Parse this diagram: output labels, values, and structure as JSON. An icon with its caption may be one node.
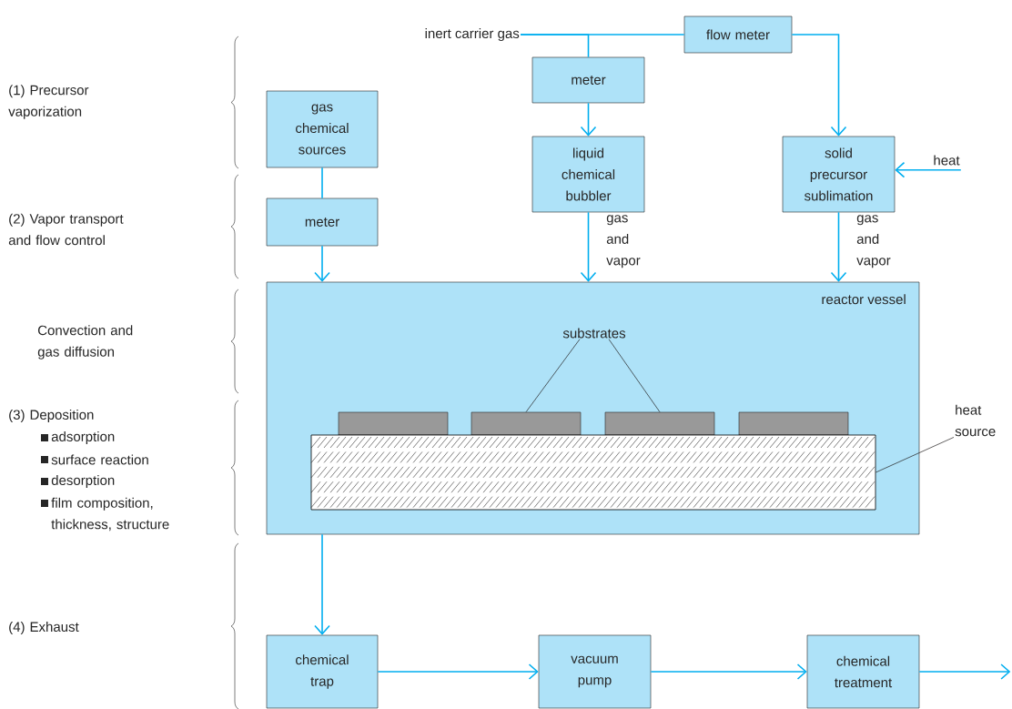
{
  "diagram": {
    "nodes": [
      {
        "text": [
          "inert carrier gas"
        ]
      },
      {
        "text": [
          "flow meter"
        ]
      },
      {
        "text": [
          "meter"
        ]
      },
      {
        "text": [
          "gas chemical sources"
        ]
      },
      {
        "text": [
          "liquid chemical bubbler"
        ],
        "beside": [
          "gas and vapor"
        ]
      },
      {
        "text": [
          "solid precursor sublimation"
        ],
        "beside": [
          "gas and vapor"
        ]
      },
      {
        "text": [
          "heat"
        ]
      },
      {
        "text": [
          "meter"
        ]
      },
      {
        "text": [
          "reactor vessel"
        ]
      },
      {
        "text": [
          "substrates"
        ],
        "in": 8
      },
      {
        "text": [],
        "shape": "box",
        "in": 8
      },
      {
        "text": [],
        "shape": "box",
        "in": 8
      },
      {
        "text": [],
        "shape": "box",
        "in": 8
      },
      {
        "text": [],
        "shape": "box",
        "in": 8
      },
      {
        "text": [],
        "shape": "box",
        "in": 8
      },
      {
        "text": [
          "heat source"
        ]
      },
      {
        "text": [
          "chemical trap"
        ]
      },
      {
        "text": [
          "vacuum pump"
        ]
      },
      {
        "text": [
          "chemical treatment"
        ]
      }
    ],
    "edges": [
      {
        "from": 0,
        "to": 1,
        "arrow": "none"
      },
      {
        "from": 0,
        "to": 2,
        "arrow": "none"
      },
      {
        "from": 1,
        "to": 5,
        "arrow": "to"
      },
      {
        "from": 2,
        "to": 4,
        "arrow": "to"
      },
      {
        "from": 3,
        "to": 7,
        "arrow": "none"
      },
      {
        "from": 6,
        "to": 5,
        "arrow": "to"
      },
      {
        "from": 7,
        "to": 8,
        "arrow": "to"
      },
      {
        "from": 4,
        "to": 8,
        "arrow": "to"
      },
      {
        "from": 5,
        "to": 8,
        "arrow": "to"
      },
      {
        "from": 9,
        "to": 11,
        "arrow": "none",
        "color": "#231f20"
      },
      {
        "from": 9,
        "to": 12,
        "arrow": "none",
        "color": "#231f20"
      },
      {
        "from": 15,
        "to": 14,
        "arrow": "none",
        "color": "#231f20"
      },
      {
        "from": 8,
        "to": 16,
        "arrow": "to"
      },
      {
        "from": 16,
        "to": 17,
        "arrow": "to"
      },
      {
        "from": 17,
        "to": 18,
        "arrow": "to"
      },
      {
        "from": 18,
        "to": null,
        "arrow": "to"
      }
    ],
    "labels": [
      "(1) Precursor vaporization",
      "(2) Vapor transport and flow control",
      "Convection and gas diffusion",
      "(3) Deposition",
      "adsorption",
      "surface reaction",
      "desorption",
      "film composition, thickness, structure",
      "(4) Exhaust"
    ]
  }
}
